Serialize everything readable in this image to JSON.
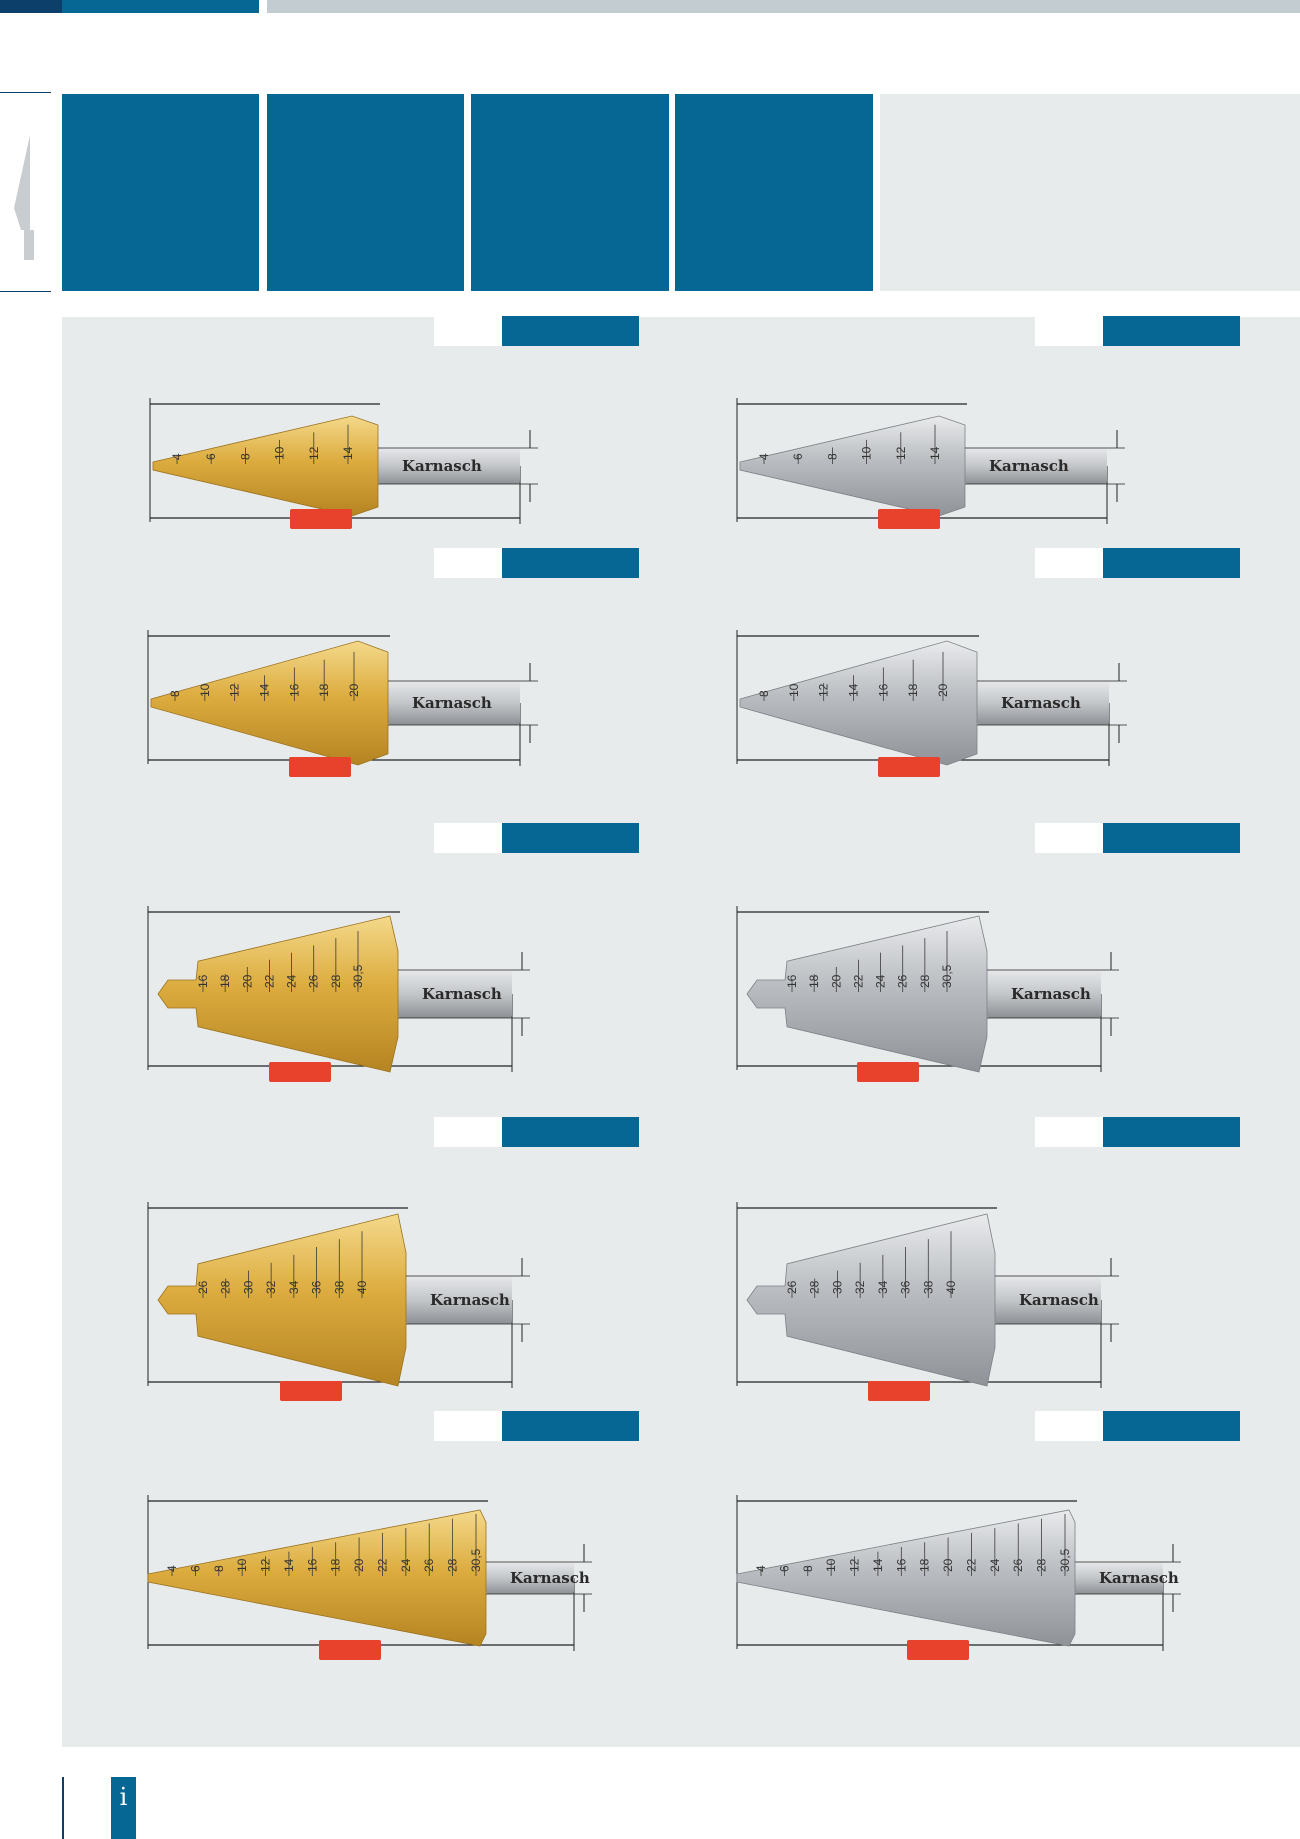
{
  "brand_label": "Karnasch",
  "info_symbol": "i",
  "colors": {
    "primary_blue": "#066795",
    "dark_blue": "#0c3f69",
    "accent_red": "#e8412c",
    "panel_grey": "#e8ebec",
    "gold_finish": "#d9a93a",
    "steel_finish": "#b9bcc0"
  },
  "drills": [
    {
      "id": "d1",
      "finish": "gold",
      "scale": [
        "4",
        "6",
        "8",
        "10",
        "12",
        "14"
      ]
    },
    {
      "id": "d2",
      "finish": "steel",
      "scale": [
        "4",
        "6",
        "8",
        "10",
        "12",
        "14"
      ]
    },
    {
      "id": "d3",
      "finish": "gold",
      "scale": [
        "8",
        "10",
        "12",
        "14",
        "16",
        "18",
        "20"
      ]
    },
    {
      "id": "d4",
      "finish": "steel",
      "scale": [
        "8",
        "10",
        "12",
        "14",
        "16",
        "18",
        "20"
      ]
    },
    {
      "id": "d5",
      "finish": "gold",
      "scale": [
        "16",
        "18",
        "20",
        "22",
        "24",
        "26",
        "28",
        "30,5"
      ]
    },
    {
      "id": "d6",
      "finish": "steel",
      "scale": [
        "16",
        "18",
        "20",
        "22",
        "24",
        "26",
        "28",
        "30,5"
      ]
    },
    {
      "id": "d7",
      "finish": "gold",
      "scale": [
        "26",
        "28",
        "30",
        "32",
        "34",
        "36",
        "38",
        "40"
      ]
    },
    {
      "id": "d8",
      "finish": "steel",
      "scale": [
        "26",
        "28",
        "30",
        "32",
        "34",
        "36",
        "38",
        "40"
      ]
    },
    {
      "id": "d9",
      "finish": "gold",
      "scale": [
        "4",
        "6",
        "8",
        "10",
        "12",
        "14",
        "16",
        "18",
        "20",
        "22",
        "24",
        "26",
        "28",
        "30,5"
      ]
    },
    {
      "id": "d10",
      "finish": "steel",
      "scale": [
        "4",
        "6",
        "8",
        "10",
        "12",
        "14",
        "16",
        "18",
        "20",
        "22",
        "24",
        "26",
        "28",
        "30,5"
      ]
    }
  ]
}
